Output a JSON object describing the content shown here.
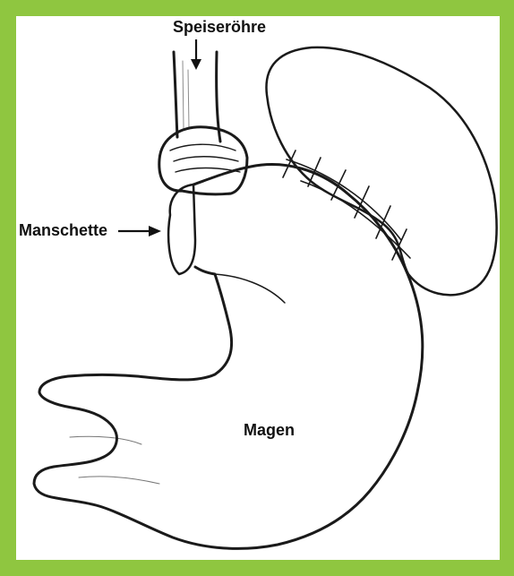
{
  "diagram": {
    "labels": {
      "esophagus": "Speiseröhre",
      "cuff": "Manschette",
      "stomach": "Magen"
    },
    "colors": {
      "frame": "#8fc640",
      "background": "#ffffff",
      "ink": "#111111"
    }
  }
}
